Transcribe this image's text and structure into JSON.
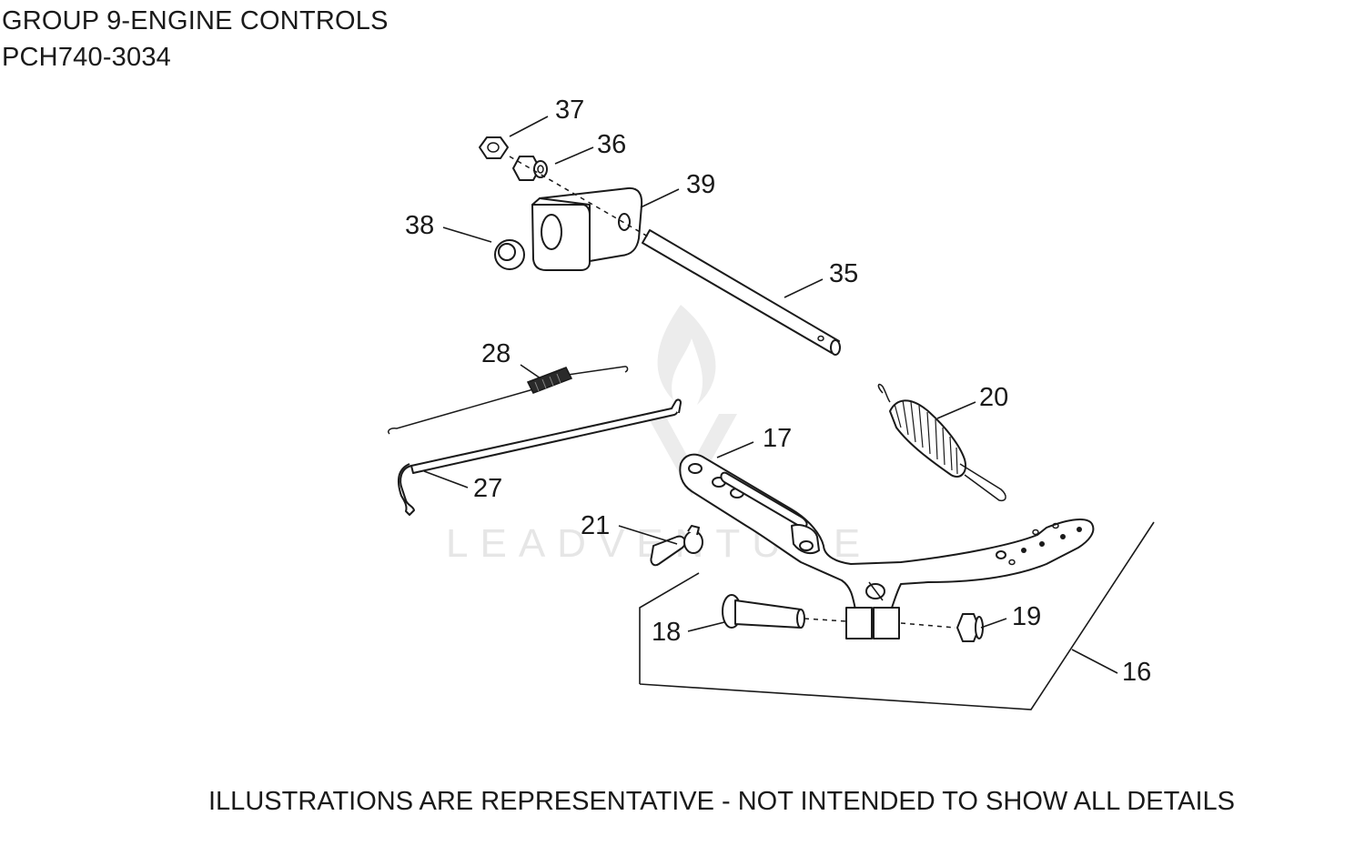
{
  "header": {
    "group_title": "GROUP 9-ENGINE CONTROLS",
    "model_code": "PCH740-3034"
  },
  "watermark": {
    "brand": "LEADVENTURE",
    "color": "#e6e6e6"
  },
  "callouts": {
    "c16": "16",
    "c17": "17",
    "c18": "18",
    "c19": "19",
    "c20": "20",
    "c21": "21",
    "c27": "27",
    "c28": "28",
    "c35": "35",
    "c36": "36",
    "c37": "37",
    "c38": "38",
    "c39": "39"
  },
  "footer": {
    "disclaimer": "ILLUSTRATIONS ARE REPRESENTATIVE - NOT INTENDED TO SHOW ALL DETAILS"
  }
}
